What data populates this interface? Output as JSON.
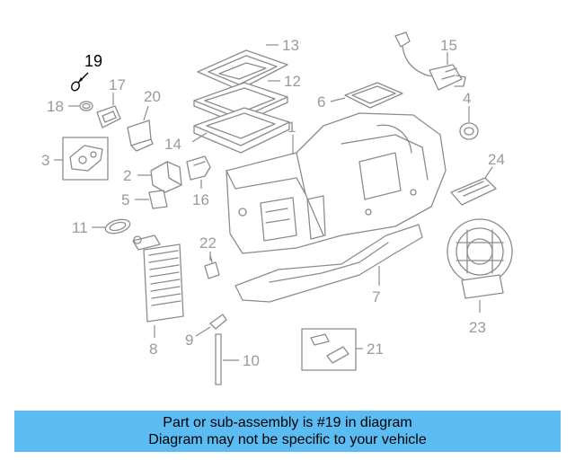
{
  "callouts": {
    "c1": "1",
    "c2": "2",
    "c3": "3",
    "c4": "4",
    "c5": "5",
    "c6": "6",
    "c7": "7",
    "c8": "8",
    "c9": "9",
    "c10": "10",
    "c11": "11",
    "c12": "12",
    "c13": "13",
    "c14": "14",
    "c15": "15",
    "c16": "16",
    "c17": "17",
    "c18": "18",
    "c19": "19",
    "c20": "20",
    "c21": "21",
    "c22": "22",
    "c23": "23",
    "c24": "24"
  },
  "highlighted_part": "19",
  "banner": {
    "line1": "Part or sub-assembly is #19 in diagram",
    "line2": "Diagram may not be specific to your vehicle",
    "color": "#5bbcf4"
  }
}
